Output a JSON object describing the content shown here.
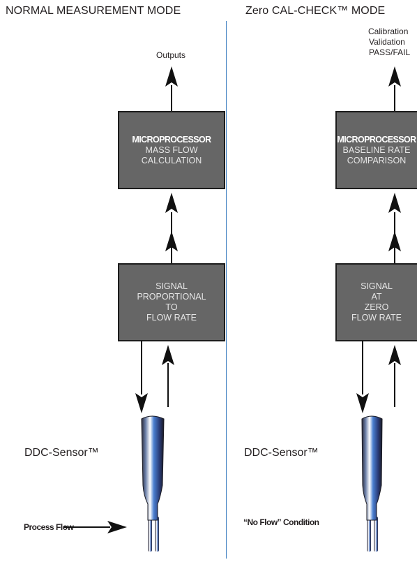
{
  "left": {
    "title": "NORMAL MEASUREMENT MODE",
    "outputs": "Outputs",
    "micro": {
      "title": "MICROPROCESSOR",
      "lines": [
        "MASS FLOW",
        "CALCULATION"
      ]
    },
    "signal": {
      "lines": [
        "SIGNAL",
        "PROPORTIONAL",
        "TO",
        "FLOW RATE"
      ]
    },
    "sensor_label": "DDC-Sensor™",
    "flow_label": "Process Flow"
  },
  "right": {
    "title": "Zero CAL-CHECK™ MODE",
    "outputs_lines": [
      "Calibration",
      "Validation",
      "PASS/FAIL"
    ],
    "micro": {
      "title": "MICROPROCESSOR",
      "lines": [
        "BASELINE RATE",
        "COMPARISON"
      ]
    },
    "signal": {
      "lines": [
        "SIGNAL",
        "AT",
        "ZERO",
        "FLOW RATE"
      ]
    },
    "sensor_label": "DDC-Sensor™",
    "flow_label": "“No Flow” Condition"
  },
  "colors": {
    "box_fill": "#666666",
    "divider": "#3d7fc1",
    "sensor_blue": "#4a7fd0"
  }
}
